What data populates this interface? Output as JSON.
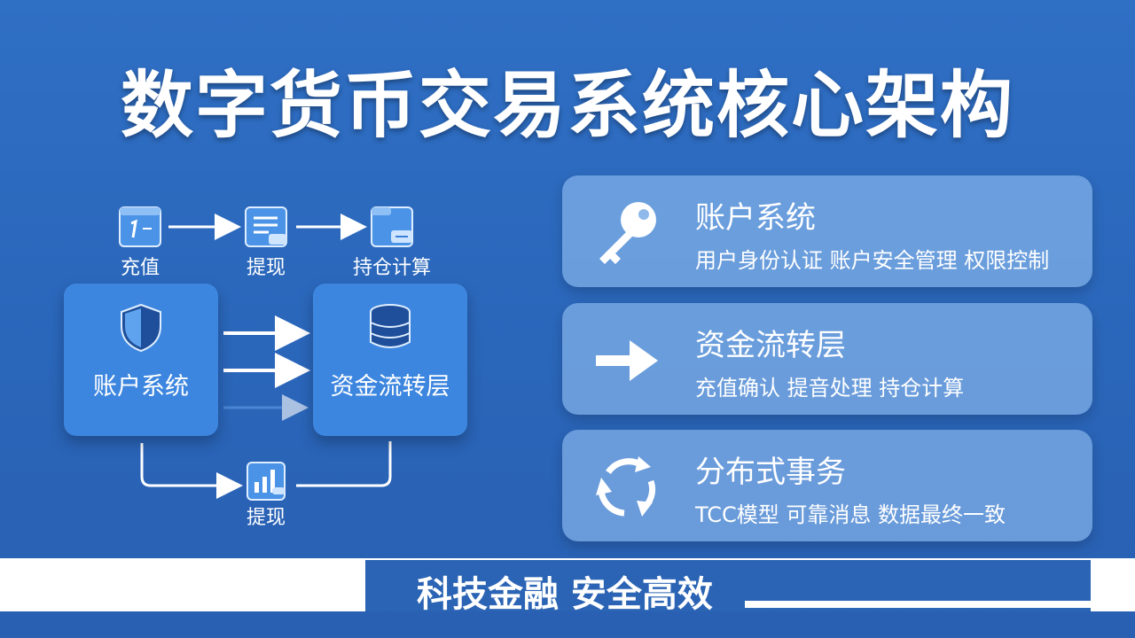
{
  "title": "数字货币交易系统核心架构",
  "flow": {
    "top_steps": [
      {
        "label": "充值",
        "icon": "document-icon"
      },
      {
        "label": "提现",
        "icon": "form-icon"
      },
      {
        "label": "持仓计算",
        "icon": "folder-icon"
      }
    ],
    "account_box": {
      "label": "账户系统",
      "icon": "shield-icon"
    },
    "funds_box": {
      "label": "资金流转层",
      "icon": "database-icon"
    },
    "bottom_step": {
      "label": "提现",
      "icon": "bar-chart-icon"
    }
  },
  "cards": [
    {
      "title": "账户系统",
      "desc": "用户身份认证 账户安全管理 权限控制",
      "icon": "key-icon"
    },
    {
      "title": "资金流转层",
      "desc": "充值确认 提音处理 持仓计算",
      "icon": "arrow-right-icon"
    },
    {
      "title": "分布式事务",
      "desc": "TCC模型 可靠消息 数据最终一致",
      "icon": "cycle-arrows-icon"
    }
  ],
  "slogan": "科技金融 安全高效",
  "colors": {
    "background": "#2f6fc4",
    "box": "#3d86df",
    "card": "#91bef0"
  }
}
